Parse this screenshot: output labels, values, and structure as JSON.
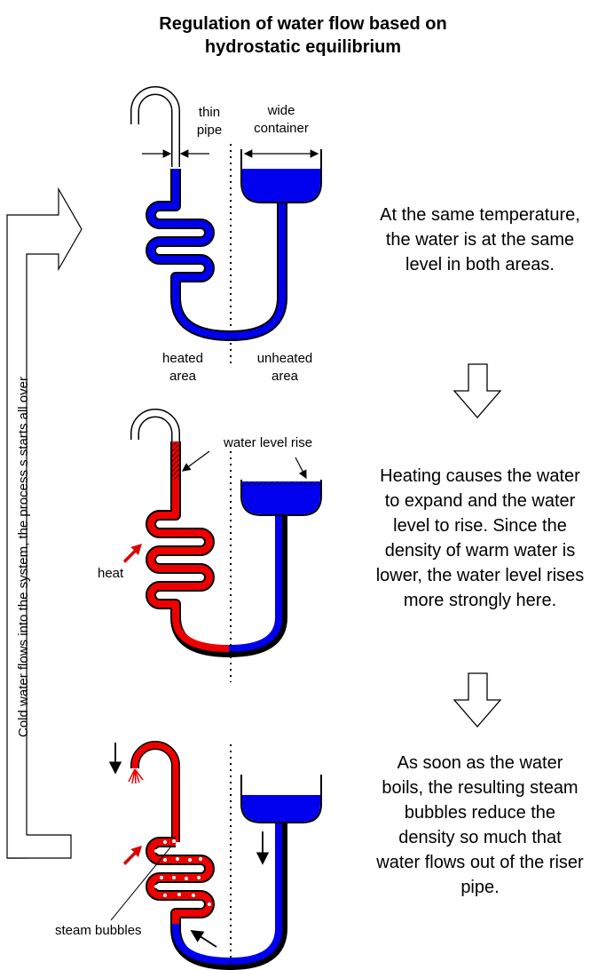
{
  "title": {
    "line1": "Regulation of water flow based on",
    "line2": "hydrostatic equilibrium"
  },
  "labels": {
    "thin_pipe_1": "thin",
    "thin_pipe_2": "pipe",
    "wide_container_1": "wide",
    "wide_container_2": "container",
    "heated_area_1": "heated",
    "heated_area_2": "area",
    "unheated_area_1": "unheated",
    "unheated_area_2": "area",
    "water_level_rise": "water level rise",
    "heat": "heat",
    "steam_bubbles": "steam bubbles",
    "cycle_arrow": "Cold water flows into the system, the process s starts all over"
  },
  "descriptions": [
    [
      "At the same temperature,",
      "the water is at the same",
      "level in both areas."
    ],
    [
      "Heating causes the water",
      "to expand and the water",
      "level to rise. Since the",
      "density of warm water is",
      "lower, the water level rises",
      "more strongly here."
    ],
    [
      "As soon as the water",
      "boils, the resulting steam",
      "bubbles reduce the",
      "density so much that",
      "water flows out of the riser",
      "pipe."
    ]
  ],
  "colors": {
    "cold_water": "#0000ee",
    "hot_water": "#ee0000",
    "outline": "#000000",
    "heat_arrow": "#dd0000"
  }
}
